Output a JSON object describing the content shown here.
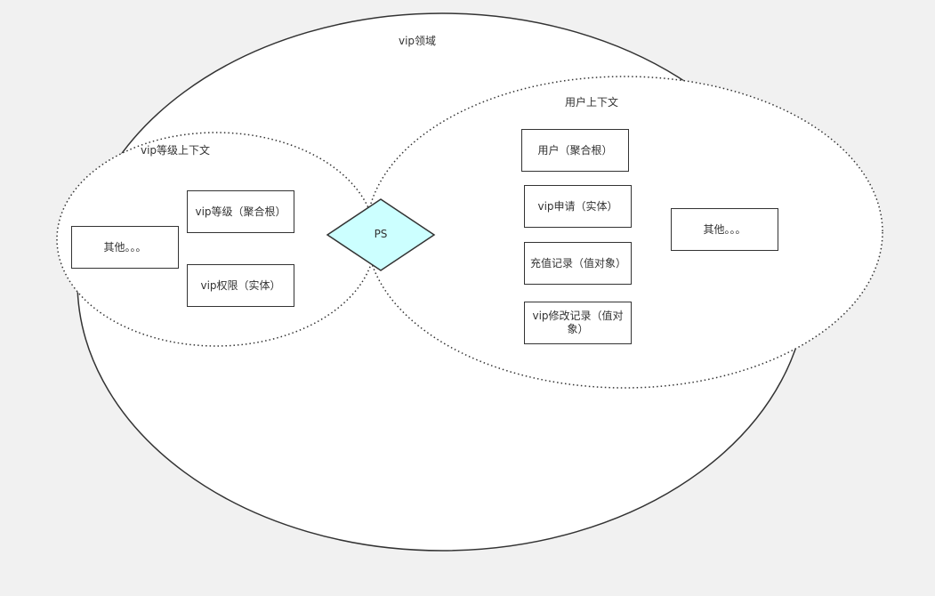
{
  "domain_label": "vip领域",
  "vip_level_context": {
    "title": "vip等级上下文",
    "items": [
      {
        "label": "vip等级（聚合根）"
      },
      {
        "label": "vip权限（实体）"
      },
      {
        "label": "其他。。。"
      }
    ]
  },
  "user_context": {
    "title": "用户上下文",
    "items": [
      {
        "label": "用户（聚合根）"
      },
      {
        "label": "vip申请（实体）"
      },
      {
        "label": "充值记录（值对象）"
      },
      {
        "label": "vip修改记录（值对象）"
      },
      {
        "label": "其他。。。"
      }
    ]
  },
  "shared_node": {
    "label": "PS"
  },
  "colors": {
    "background": "#f1f1f1",
    "shape_fill": "#ffffff",
    "stroke": "#333333",
    "diamond_fill": "#ccffff"
  }
}
